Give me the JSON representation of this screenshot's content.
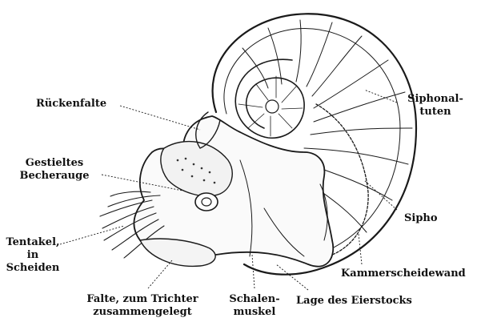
{
  "labels": {
    "rueckenfalte": "Rückenfalte",
    "gestieltes_line1": "Gestieltes",
    "gestieltes_line2": "Becherauge",
    "tentakel_line1": "Tentakel,",
    "tentakel_line2": "in",
    "tentakel_line3": "Scheiden",
    "falte_line1": "Falte, zum Trichter",
    "falte_line2": "zusammengelegt",
    "schalen_line1": "Schalen-",
    "schalen_line2": "muskel",
    "eierstock": "Lage des Eierstocks",
    "siphonal_line1": "Siphonal-",
    "siphonal_line2": "tuten",
    "sipho": "Sipho",
    "kammer": "Kammerscheidewand"
  }
}
